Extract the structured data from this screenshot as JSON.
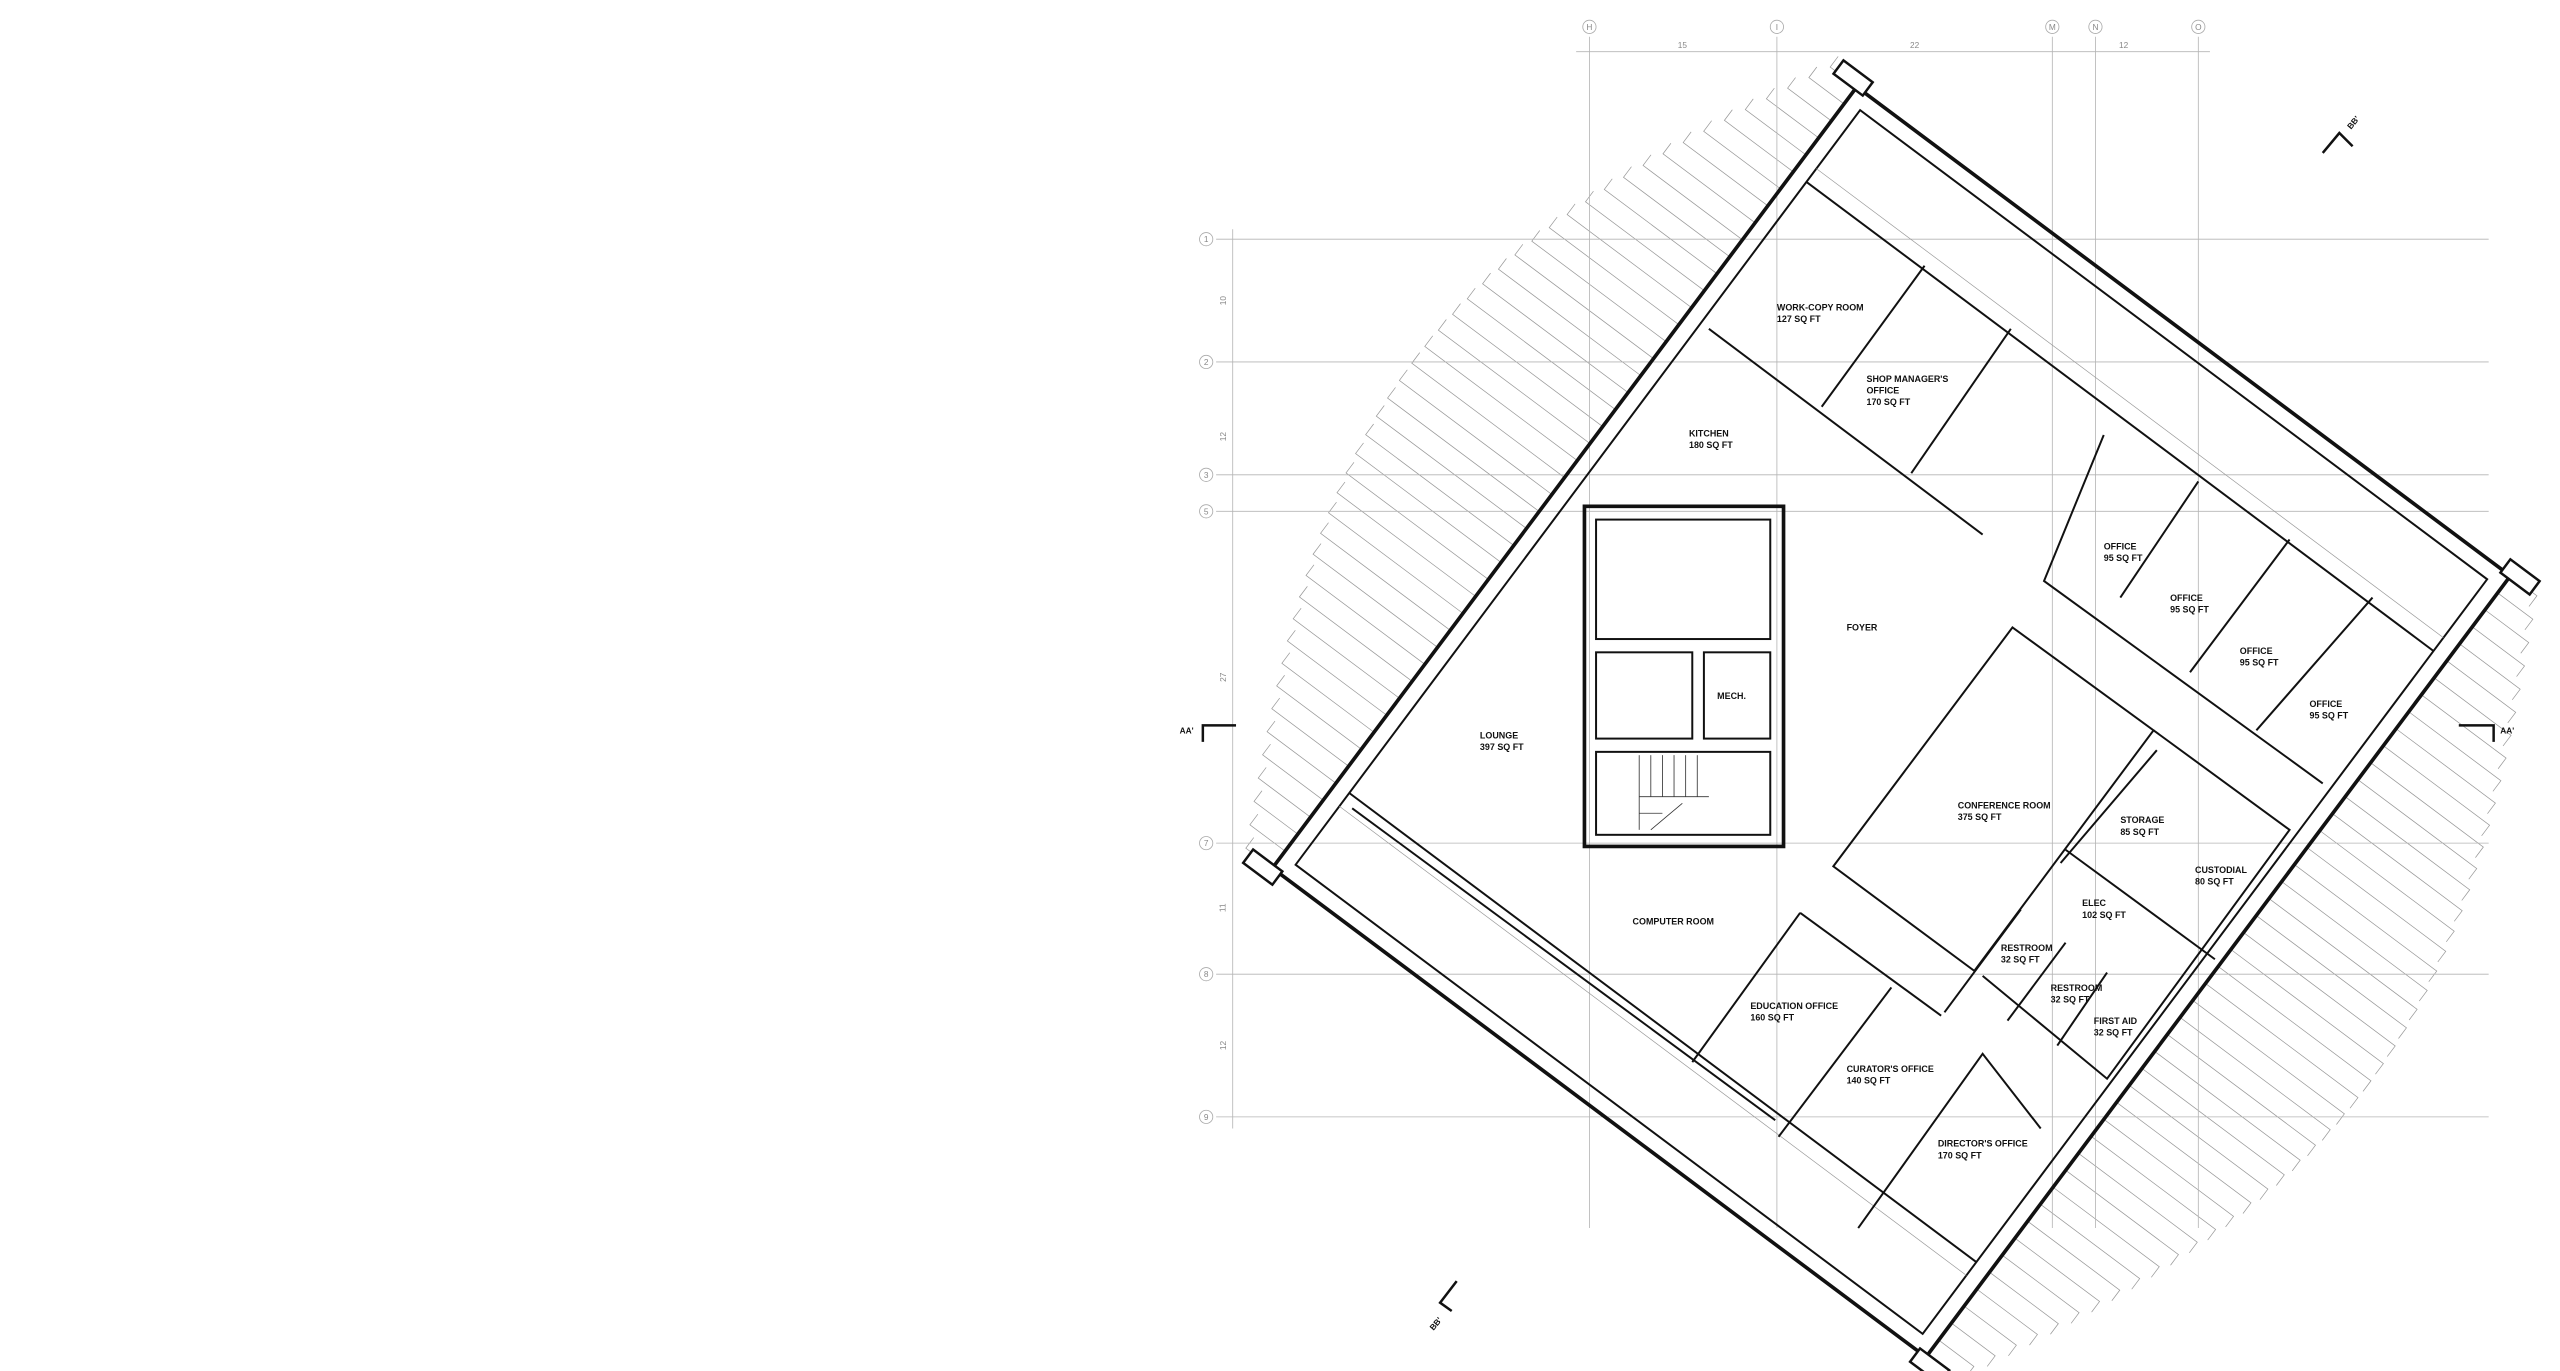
{
  "grid": {
    "vertical": [
      {
        "label": "H"
      },
      {
        "label": "I"
      },
      {
        "label": "M"
      },
      {
        "label": "N"
      },
      {
        "label": "O"
      }
    ],
    "vertical_dims": [
      "15",
      "22",
      "12"
    ],
    "horizontal": [
      {
        "label": "1"
      },
      {
        "label": "2"
      },
      {
        "label": "3"
      },
      {
        "label": "5"
      },
      {
        "label": "7"
      },
      {
        "label": "8"
      },
      {
        "label": "9"
      }
    ],
    "horizontal_dims": [
      "10",
      "12",
      "27",
      "11",
      "12"
    ]
  },
  "rooms": [
    {
      "name": "WORK-COPY ROOM",
      "area": "127 SQ FT"
    },
    {
      "name": "SHOP MANAGER'S",
      "name2": "OFFICE",
      "area": "170 SQ FT"
    },
    {
      "name": "KITCHEN",
      "area": "180 SQ FT"
    },
    {
      "name": "OFFICE",
      "area": "95 SQ FT"
    },
    {
      "name": "OFFICE",
      "area": "95 SQ FT"
    },
    {
      "name": "OFFICE",
      "area": "95 SQ FT"
    },
    {
      "name": "OFFICE",
      "area": "95 SQ FT"
    },
    {
      "name": "FOYER"
    },
    {
      "name": "MECH."
    },
    {
      "name": "LOUNGE",
      "area": "397 SQ FT"
    },
    {
      "name": "CONFERENCE ROOM",
      "area": "375 SQ FT"
    },
    {
      "name": "STORAGE",
      "area": "85 SQ FT"
    },
    {
      "name": "CUSTODIAL",
      "area": "80 SQ FT"
    },
    {
      "name": "ELEC",
      "area": "102 SQ FT"
    },
    {
      "name": "COMPUTER ROOM"
    },
    {
      "name": "RESTROOM",
      "area": "32 SQ FT"
    },
    {
      "name": "RESTROOM",
      "area": "32 SQ FT"
    },
    {
      "name": "FIRST AID",
      "area": "32 SQ FT"
    },
    {
      "name": "EDUCATION OFFICE",
      "area": "160 SQ FT"
    },
    {
      "name": "CURATOR'S OFFICE",
      "area": "140 SQ FT"
    },
    {
      "name": "DIRECTOR'S OFFICE",
      "area": "170 SQ FT"
    }
  ],
  "sections": {
    "aa_left": "AA'",
    "aa_right": "AA'",
    "bb_top": "BB'",
    "bb_bottom": "BB'"
  }
}
